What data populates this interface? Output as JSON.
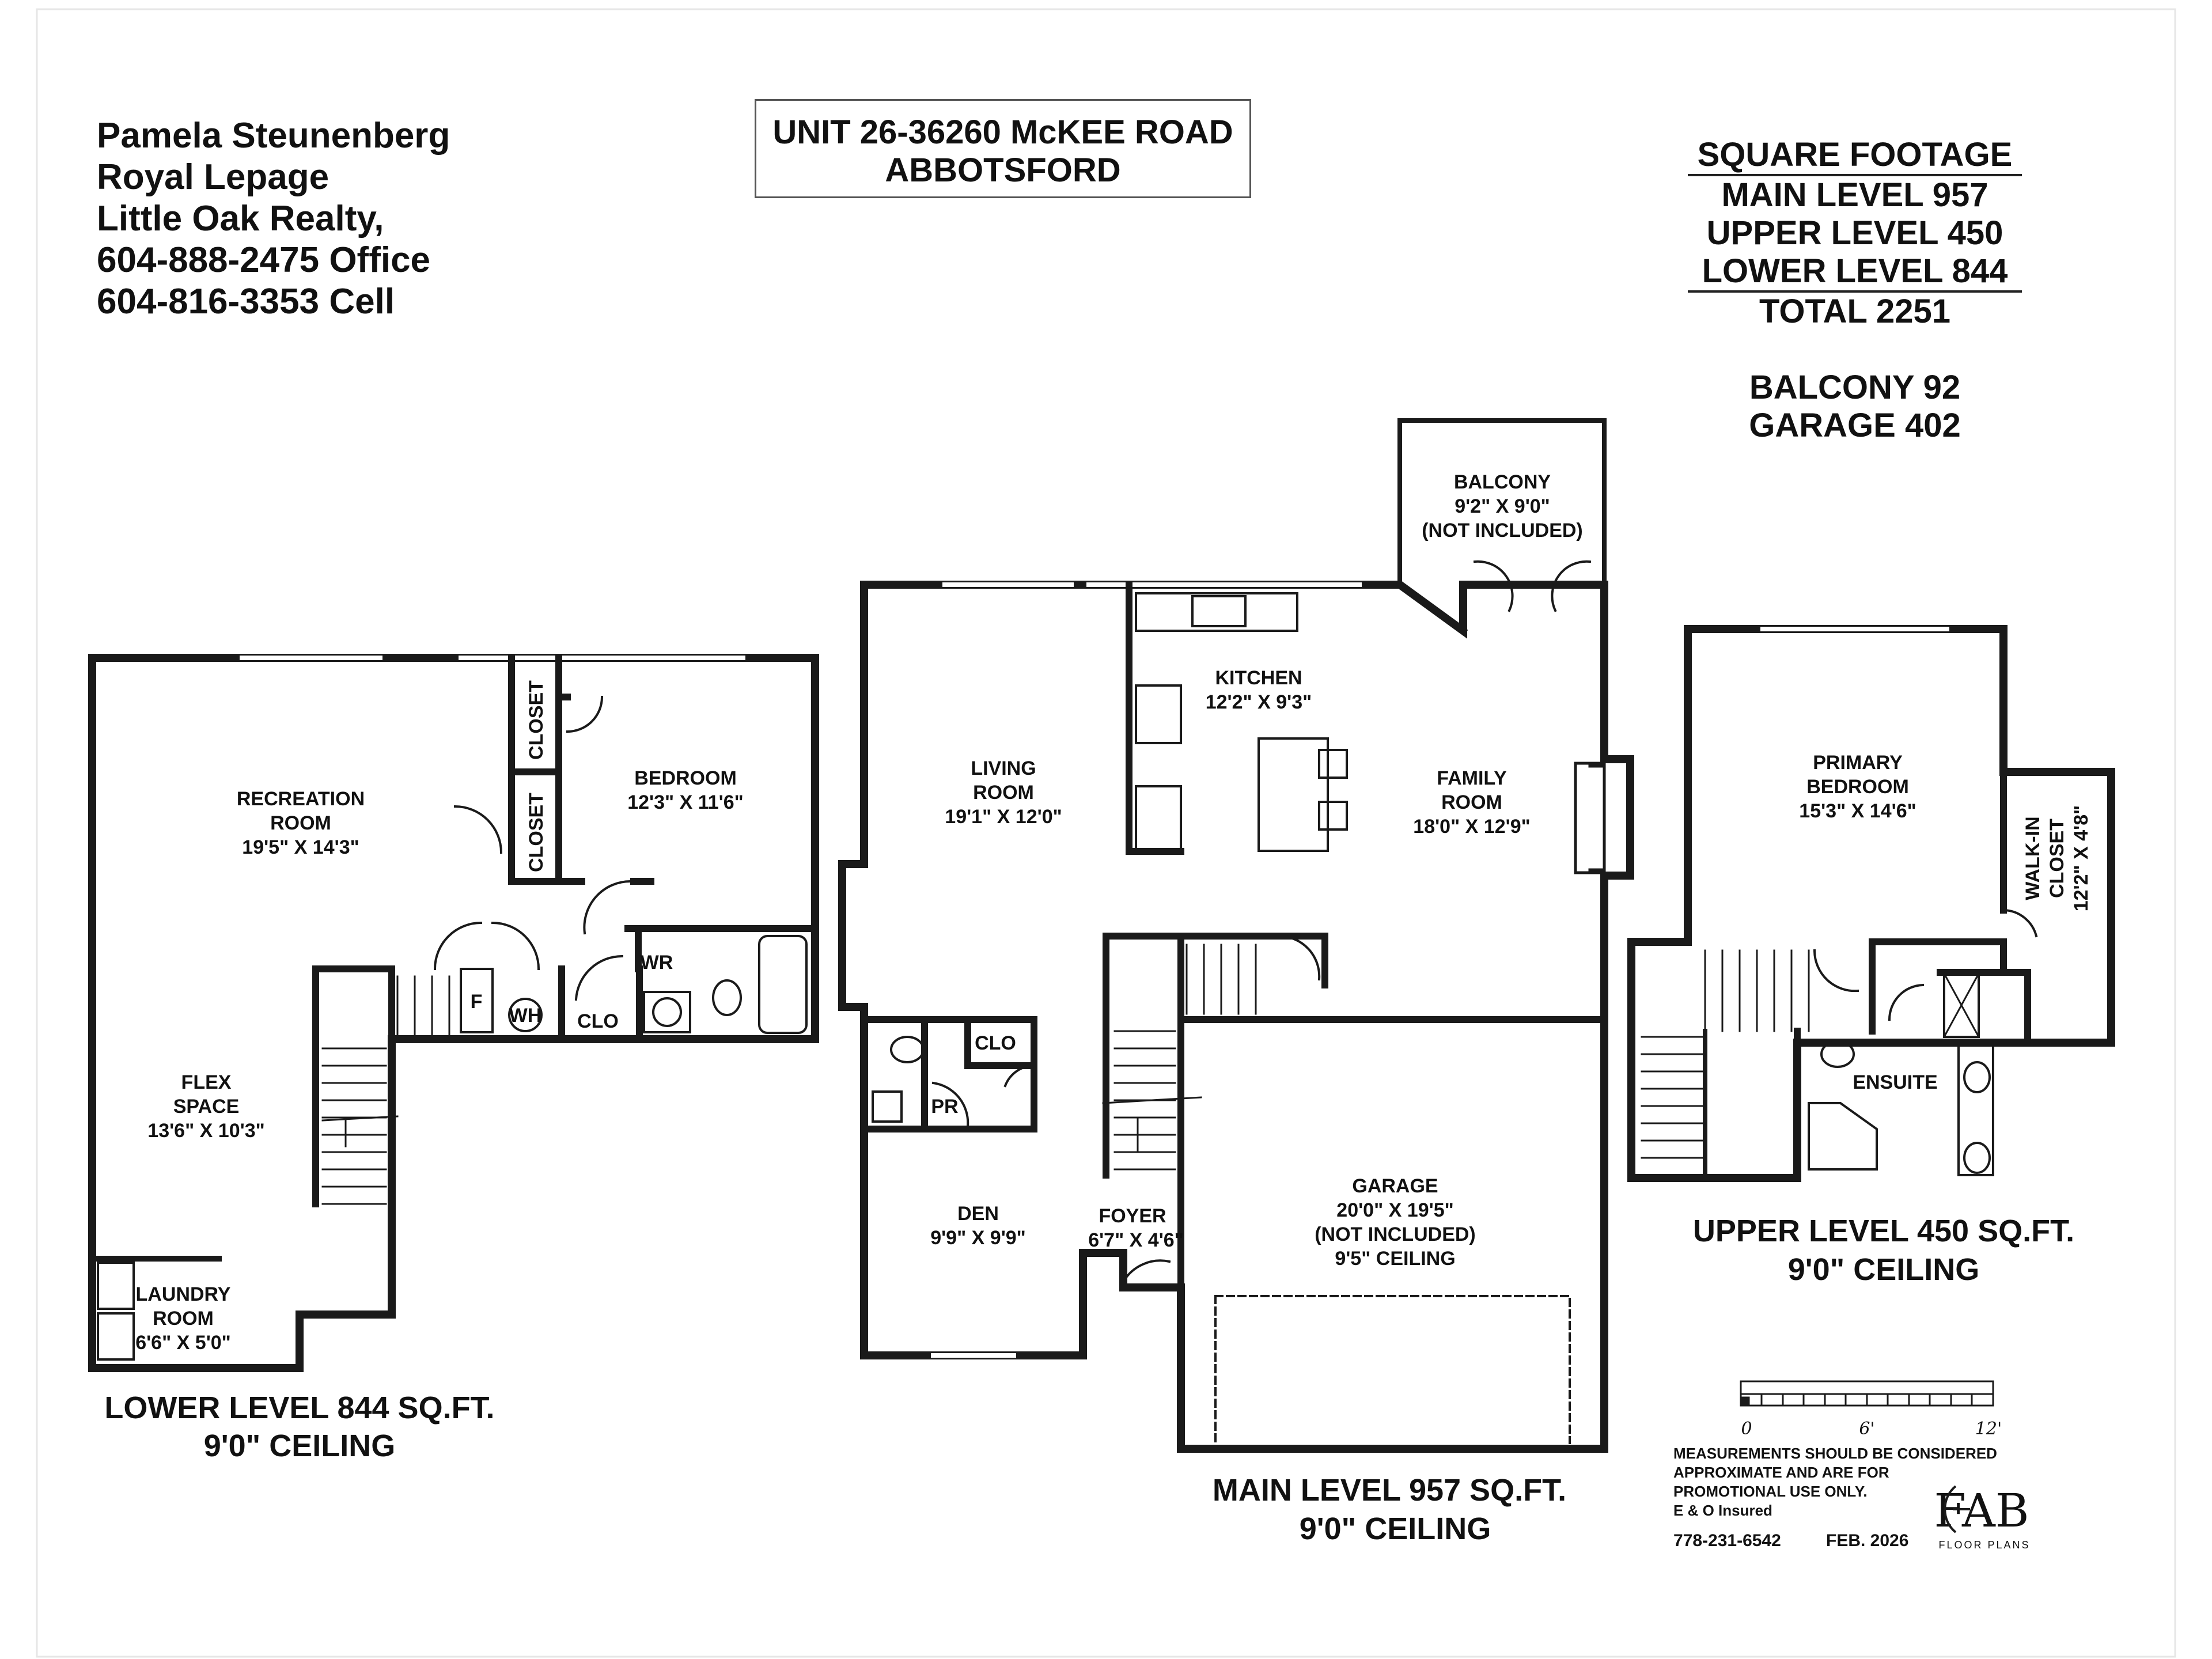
{
  "agent": {
    "name": "Pamela Steunenberg",
    "brokerage": "Royal Lepage",
    "office_name": "Little Oak Realty,",
    "office_phone": "604-888-2475 Office",
    "cell_phone": "604-816-3353 Cell"
  },
  "address": {
    "line1": "UNIT 26-36260 McKEE ROAD",
    "line2": "ABBOTSFORD"
  },
  "square_footage": {
    "heading": "SQUARE FOOTAGE",
    "main": "MAIN LEVEL 957",
    "upper": "UPPER LEVEL 450",
    "lower": "LOWER LEVEL 844",
    "total": "TOTAL 2251",
    "balcony": "BALCONY 92",
    "garage": "GARAGE 402"
  },
  "lower_level": {
    "title": "LOWER LEVEL 844 SQ.FT.",
    "ceiling": "9'0\" CEILING",
    "recreation_name": "RECREATION",
    "recreation_name2": "ROOM",
    "recreation_dim": "19'5\" X 14'3\"",
    "bedroom_name": "BEDROOM",
    "bedroom_dim": "12'3\" X 11'6\"",
    "closet_a": "CLOSET",
    "closet_b": "CLOSET",
    "flex_name": "FLEX",
    "flex_name2": "SPACE",
    "flex_dim": "13'6\" X 10'3\"",
    "laundry_name": "LAUNDRY",
    "laundry_name2": "ROOM",
    "laundry_dim": "6'6\" X 5'0\"",
    "furnace": "F",
    "water_heater": "WH",
    "clo": "CLO",
    "wr": "WR"
  },
  "main_level": {
    "title": "MAIN LEVEL 957 SQ.FT.",
    "ceiling": "9'0\" CEILING",
    "balcony_name": "BALCONY",
    "balcony_dim": "9'2\" X 9'0\"",
    "balcony_note": "(NOT INCLUDED)",
    "kitchen_name": "KITCHEN",
    "kitchen_dim": "12'2\" X 9'3\"",
    "living_name": "LIVING",
    "living_name2": "ROOM",
    "living_dim": "19'1\" X 12'0\"",
    "family_name": "FAMILY",
    "family_name2": "ROOM",
    "family_dim": "18'0\" X 12'9\"",
    "clo": "CLO",
    "pr": "PR",
    "den_name": "DEN",
    "den_dim": "9'9\" X 9'9\"",
    "foyer_name": "FOYER",
    "foyer_dim": "6'7\" X 4'6\"",
    "garage_name": "GARAGE",
    "garage_dim": "20'0\" X 19'5\"",
    "garage_note": "(NOT INCLUDED)",
    "garage_ceiling": "9'5\" CEILING"
  },
  "upper_level": {
    "title": "UPPER LEVEL 450 SQ.FT.",
    "ceiling": "9'0\" CEILING",
    "primary_name": "PRIMARY",
    "primary_name2": "BEDROOM",
    "primary_dim": "15'3\" X 14'6\"",
    "walkin_name": "WALK-IN",
    "walkin_name2": "CLOSET",
    "walkin_dim": "12'2\" X 4'8\"",
    "ensuite": "ENSUITE"
  },
  "scale_bar": {
    "labels": [
      "0",
      "6'",
      "12'"
    ]
  },
  "disclaimer": {
    "line1": "MEASUREMENTS SHOULD BE CONSIDERED",
    "line2": "APPROXIMATE AND ARE FOR",
    "line3": "PROMOTIONAL USE ONLY.",
    "line4": "E & O Insured",
    "phone": "778-231-6542",
    "date": "FEB. 2026"
  },
  "logo": {
    "text": "FAB",
    "subtext": "FLOOR PLANS"
  }
}
